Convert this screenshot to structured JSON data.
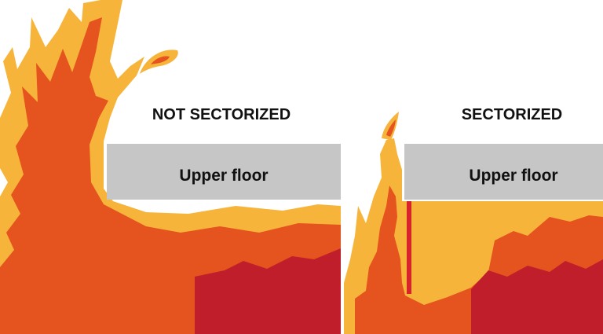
{
  "left_panel": {
    "title": "NOT SECTORIZED",
    "floor_label": "Upper floor"
  },
  "right_panel": {
    "title": "SECTORIZED",
    "floor_label": "Upper floor"
  },
  "colors": {
    "flame_outer": "#F7B43A",
    "flame_mid": "#E5531F",
    "flame_core": "#C01E2A",
    "floor": "#C6C6C6",
    "barrier": "#D8232A",
    "text": "#111111",
    "background": "#FFFFFF"
  }
}
